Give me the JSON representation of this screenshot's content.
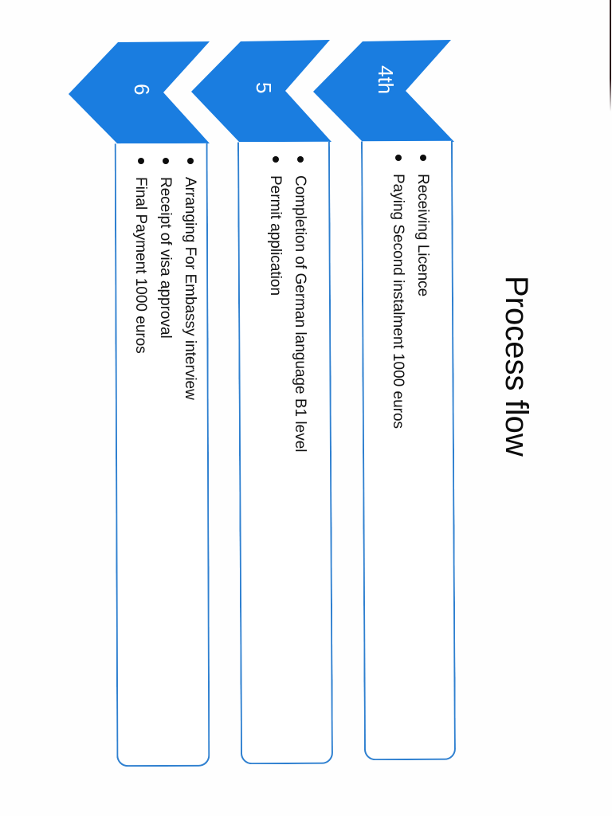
{
  "title": "Process flow",
  "colors": {
    "chevron_fill": "#1a7de0",
    "box_border": "#2f80d0",
    "text": "#111111",
    "chevron_text": "#ffffff",
    "background": "#fefefe"
  },
  "stages": [
    {
      "label": "4th",
      "items": [
        "Receiving Licence",
        "Paying Second instalment 1000 euros"
      ]
    },
    {
      "label": "5",
      "items": [
        "Completion of German language B1 level",
        "Permit application"
      ]
    },
    {
      "label": "6",
      "items": [
        "Arranging For Embassy interview",
        "Receipt of visa  approval",
        "Final Payment 1000 euros"
      ]
    }
  ]
}
